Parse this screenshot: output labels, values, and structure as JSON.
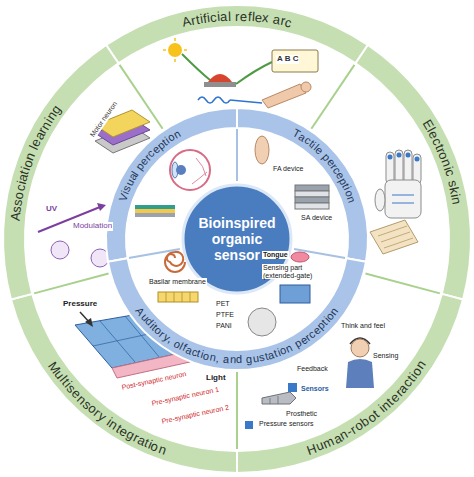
{
  "diagram": {
    "nodes": [
      {
        "text": [
          "Artificial reflex arc"
        ]
      },
      {
        "text": [
          "Electronic skin"
        ]
      },
      {
        "text": [
          "Human-robot interaction"
        ]
      },
      {
        "text": [
          "Multisensory integration"
        ]
      },
      {
        "text": [
          "Association learning"
        ]
      },
      {
        "text": [
          "Visual perception"
        ]
      },
      {
        "text": [
          "Tactile perception"
        ]
      },
      {
        "text": [
          "Auditory, olfaction, and gustation perception"
        ]
      },
      {
        "text": [
          "Bioinspired organic sensor"
        ]
      }
    ],
    "labels": [
      "A B C",
      "Motor neuron",
      "UV",
      "Modulation",
      "FA device",
      "SA device",
      "Tongue",
      "Sensing part (extended-gate)",
      "Basilar membrane",
      "PET",
      "PTFE",
      "PANI",
      "Pressure",
      "Light",
      "Post-synaptic neuron",
      "Pre-synaptic neuron 1",
      "Pre-synaptic neuron 2",
      "Think and feel",
      "Feedback",
      "Sensing",
      "Prosthetic",
      "Sensors",
      "Pressure sensors"
    ]
  }
}
